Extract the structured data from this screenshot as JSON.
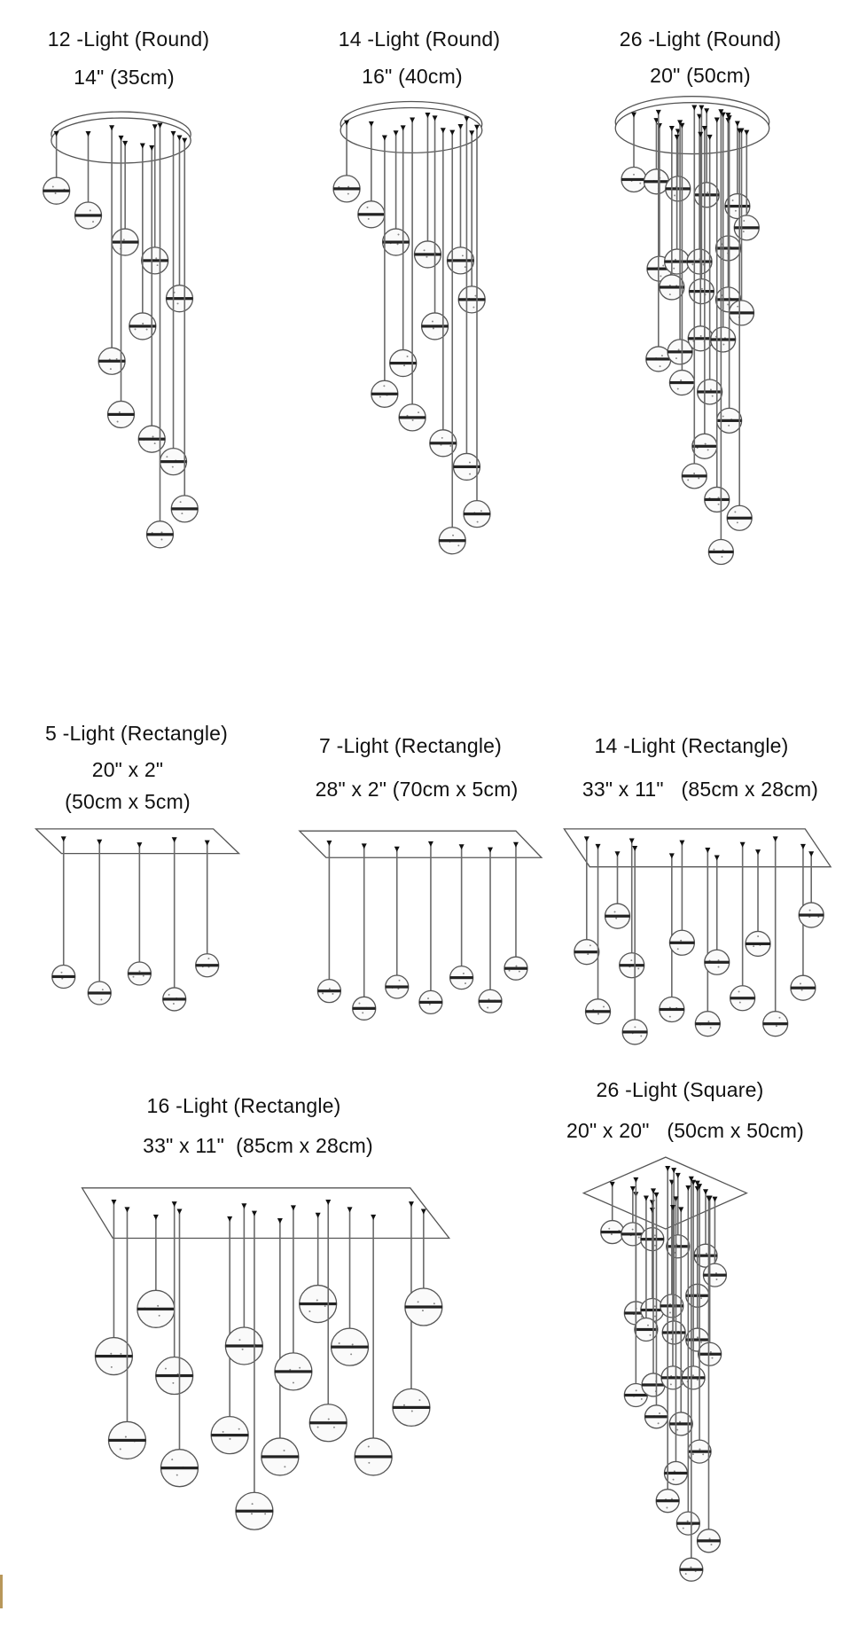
{
  "variants": [
    {
      "title": "12 -Light (Round)",
      "size": "14\" (35cm)"
    },
    {
      "title": "14 -Light (Round)",
      "size": "16\" (40cm)"
    },
    {
      "title": "26 -Light (Round)",
      "size": "20\" (50cm)"
    },
    {
      "title": "5 -Light (Rectangle)",
      "size": "20\" x 2\"",
      "size2": "(50cm x 5cm)"
    },
    {
      "title": "7 -Light (Rectangle)",
      "size": "28\" x 2\" (70cm x 5cm)"
    },
    {
      "title": "14 -Light (Rectangle)",
      "size": "33\" x 11\"   (85cm x 28cm)"
    },
    {
      "title": "16 -Light (Rectangle)",
      "size": "33\" x 11\"  (85cm x 28cm)"
    },
    {
      "title": "26 -Light (Square)",
      "size": "20\" x 20\"   (50cm x 50cm)"
    }
  ],
  "colors": {
    "line": "#555555",
    "wire": "#6a6a6a",
    "accent": "#b8975a"
  }
}
